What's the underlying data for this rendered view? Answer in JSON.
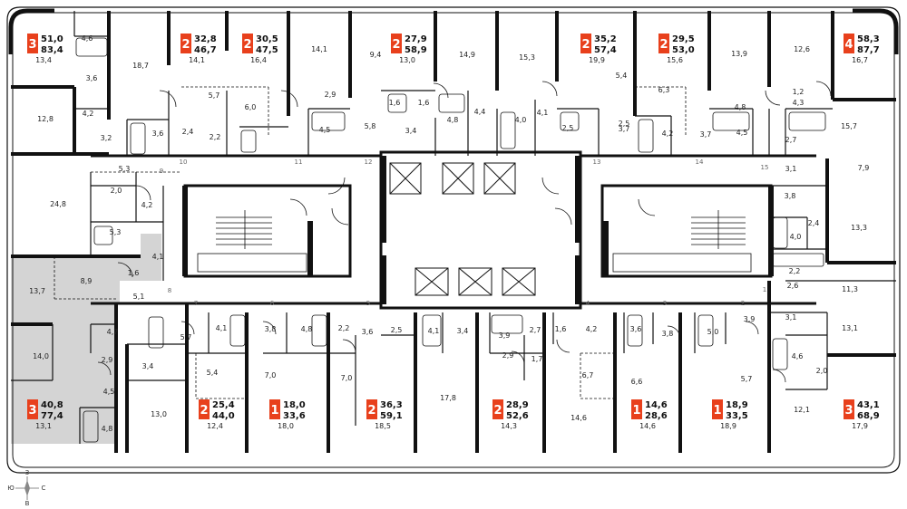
{
  "badge_color": "#e8401c",
  "selected_fill": "#d4d4d4",
  "wall_color": "#111111",
  "compass": {
    "north": "З",
    "west": "Ю",
    "east": "С",
    "south": "В"
  },
  "apartments": [
    {
      "rooms": "3",
      "total": "51,0",
      "living": "83,4",
      "sub": "13,4"
    },
    {
      "rooms": "2",
      "total": "32,8",
      "living": "46,7",
      "sub": "14,1"
    },
    {
      "rooms": "2",
      "total": "30,5",
      "living": "47,5",
      "sub": "16,4"
    },
    {
      "rooms": "2",
      "total": "27,9",
      "living": "58,9",
      "sub": "13,0"
    },
    {
      "rooms": "2",
      "total": "35,2",
      "living": "57,4",
      "sub": "19,9"
    },
    {
      "rooms": "2",
      "total": "29,5",
      "living": "53,0",
      "sub": "15,6"
    },
    {
      "rooms": "4",
      "total": "58,3",
      "living": "87,7",
      "sub": "16,7"
    },
    {
      "rooms": "3",
      "total": "40,8",
      "living": "77,4",
      "sub": "13,1"
    },
    {
      "rooms": "2",
      "total": "25,4",
      "living": "44,0",
      "sub": "12,4"
    },
    {
      "rooms": "1",
      "total": "18,0",
      "living": "33,6",
      "sub": "18,0"
    },
    {
      "rooms": "2",
      "total": "36,3",
      "living": "59,1",
      "sub": "18,5"
    },
    {
      "rooms": "2",
      "total": "28,9",
      "living": "52,6",
      "sub": "14,3"
    },
    {
      "rooms": "1",
      "total": "14,6",
      "living": "28,6",
      "sub": "14,6"
    },
    {
      "rooms": "1",
      "total": "18,9",
      "living": "33,5",
      "sub": "18,9"
    },
    {
      "rooms": "3",
      "total": "43,1",
      "living": "68,9",
      "sub": "17,9"
    }
  ],
  "room_areas": [
    "4,6",
    "18,7",
    "14,1",
    "9,4",
    "14,9",
    "15,3",
    "13,9",
    "12,6",
    "3,6",
    "5,7",
    "6,0",
    "2,9",
    "1,6",
    "1,6",
    "5,4",
    "6,3",
    "1,2",
    "4,3",
    "15,7",
    "12,8",
    "4,2",
    "3,2",
    "3,6",
    "2,4",
    "2,2",
    "4,5",
    "5,8",
    "3,4",
    "4,8",
    "4,4",
    "4,0",
    "4,1",
    "2,5",
    "3,7",
    "2,5",
    "4,2",
    "3,7",
    "4,8",
    "4,5",
    "2,7",
    "3,1",
    "5,3",
    "2,0",
    "4,2",
    "24,8",
    "5,3",
    "7,9",
    "3,8",
    "2,4",
    "13,3",
    "4,0",
    "4,1",
    "1,6",
    "8,9",
    "13,7",
    "5,1",
    "2,2",
    "2,6",
    "11,3",
    "3,1",
    "13,1",
    "5,7",
    "4,1",
    "3,8",
    "4,8",
    "2,2",
    "3,6",
    "2,5",
    "4,1",
    "3,4",
    "3,9",
    "2,7",
    "1,6",
    "4,2",
    "3,6",
    "3,8",
    "5,0",
    "3,9",
    "4,7",
    "14,0",
    "2,9",
    "3,4",
    "5,4",
    "7,0",
    "7,0",
    "2,9",
    "1,7",
    "6,7",
    "6,6",
    "5,7",
    "4,6",
    "2,0",
    "4,5",
    "4,8",
    "13,0",
    "17,8",
    "14,6",
    "12,1"
  ],
  "entrances": [
    "9",
    "10",
    "11",
    "12",
    "13",
    "14",
    "15",
    "8",
    "7",
    "6",
    "5",
    "4",
    "3",
    "2",
    "1"
  ]
}
